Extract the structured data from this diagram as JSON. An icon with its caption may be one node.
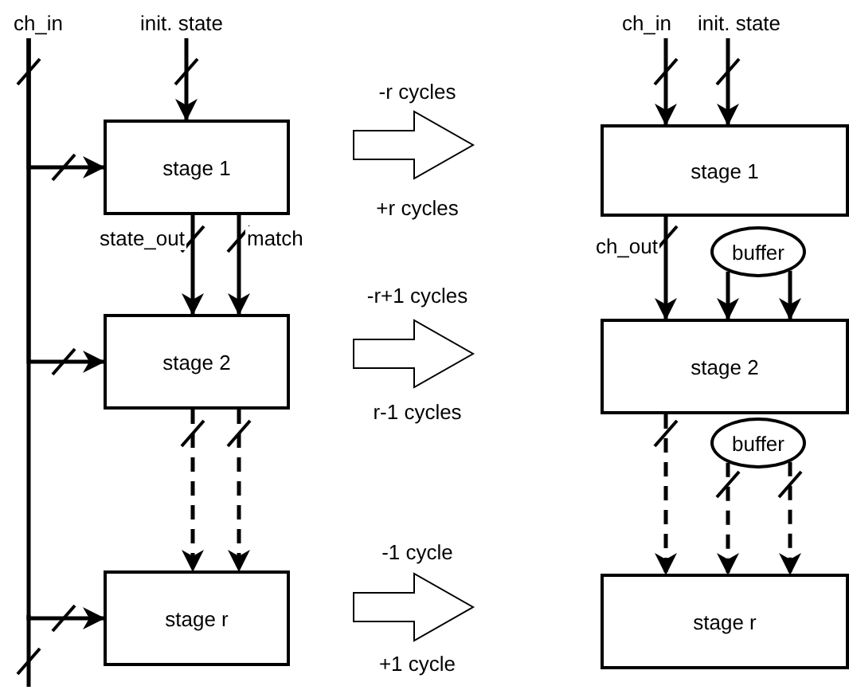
{
  "diagram": {
    "nodes": [
      {
        "text": [
          "ch_in"
        ]
      },
      {
        "text": [
          "init. state"
        ]
      },
      {
        "text": [
          "stage 1"
        ]
      },
      {
        "text": [
          "stage 2"
        ]
      },
      {
        "text": [
          "stage r"
        ]
      },
      {
        "text": [
          "ch_in"
        ]
      },
      {
        "text": [
          "init. state"
        ]
      },
      {
        "text": [
          "stage 1"
        ]
      },
      {
        "text": [
          "buffer"
        ]
      },
      {
        "text": [
          "stage 2"
        ]
      },
      {
        "text": [
          "buffer"
        ]
      },
      {
        "text": [
          "stage r"
        ]
      }
    ],
    "edges": [
      {
        "from": 0,
        "to": 2,
        "arrow": "to"
      },
      {
        "from": 0,
        "to": 3,
        "arrow": "to"
      },
      {
        "from": 0,
        "to": 4,
        "arrow": "to"
      },
      {
        "from": 1,
        "to": 2,
        "arrow": "to"
      },
      {
        "from": 2,
        "to": 3,
        "arrow": "to",
        "label": "state_out"
      },
      {
        "from": 2,
        "to": 3,
        "arrow": "to",
        "label": "match"
      },
      {
        "from": 3,
        "to": 4,
        "arrow": "to",
        "style": "dashed"
      },
      {
        "from": 3,
        "to": 4,
        "arrow": "to",
        "style": "dashed"
      },
      {
        "from": 5,
        "to": 7,
        "arrow": "to"
      },
      {
        "from": 6,
        "to": 7,
        "arrow": "to"
      },
      {
        "from": 7,
        "to": 9,
        "arrow": "to",
        "label": "ch_out"
      },
      {
        "from": 8,
        "to": 9,
        "arrow": "to"
      },
      {
        "from": 8,
        "to": 9,
        "arrow": "to"
      },
      {
        "from": 9,
        "to": 11,
        "arrow": "to",
        "style": "dashed"
      },
      {
        "from": 10,
        "to": 11,
        "arrow": "to",
        "style": "dashed"
      },
      {
        "from": 10,
        "to": 11,
        "arrow": "to",
        "style": "dashed"
      }
    ],
    "labels": [
      "-r cycles",
      "+r cycles",
      "-r+1 cycles",
      "r-1 cycles",
      "-1 cycle",
      "+1 cycle"
    ]
  }
}
